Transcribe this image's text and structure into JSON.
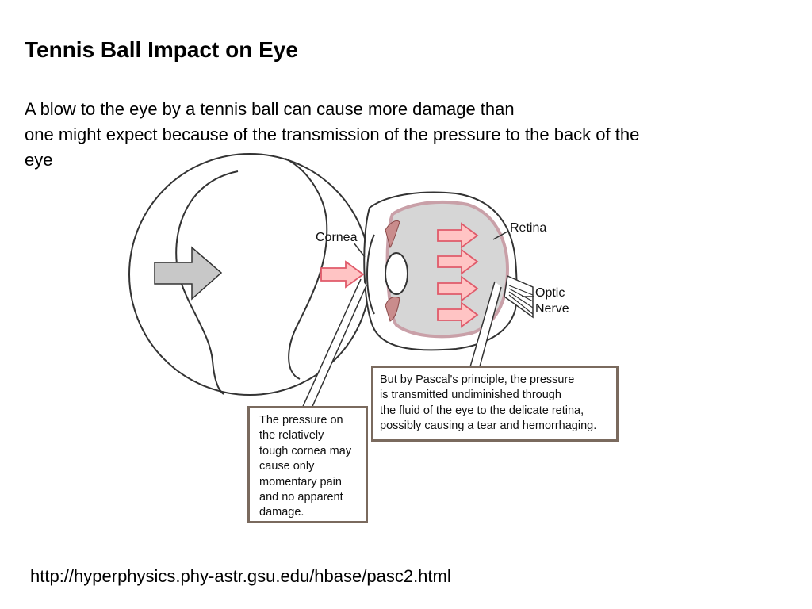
{
  "slide": {
    "title": "Tennis Ball Impact on Eye",
    "intro_lines": [
      "A blow to the eye by a tennis ball can cause more damage than",
      "one might expect because of the transmission of the pressure to the back of the",
      "eye"
    ],
    "source_url": "http://hyperphysics.phy-astr.gsu.edu/hbase/pasc2.html"
  },
  "diagram": {
    "labels": {
      "cornea": "Cornea",
      "retina": "Retina",
      "optic_nerve_lines": [
        "Optic",
        "Nerve"
      ]
    },
    "callouts": {
      "cornea_lines": [
        "The pressure on",
        "the relatively",
        "tough cornea may",
        "cause only",
        "momentary pain",
        "and no apparent",
        "damage."
      ],
      "retina_lines": [
        "But by Pascal's principle, the pressure",
        "is transmitted undiminished through",
        "the fluid of the eye to the delicate retina,",
        "possibly causing a tear and hemorrhaging."
      ]
    },
    "colors": {
      "pressure_arrow_fill": "#ffc4c4",
      "pressure_arrow_stroke": "#e05a6a",
      "ball_arrow_fill": "#c8c8c8",
      "eye_fluid": "#d6d6d6",
      "retina_tint": "#c9a0a8",
      "callout_border": "#7a6a5e"
    }
  }
}
